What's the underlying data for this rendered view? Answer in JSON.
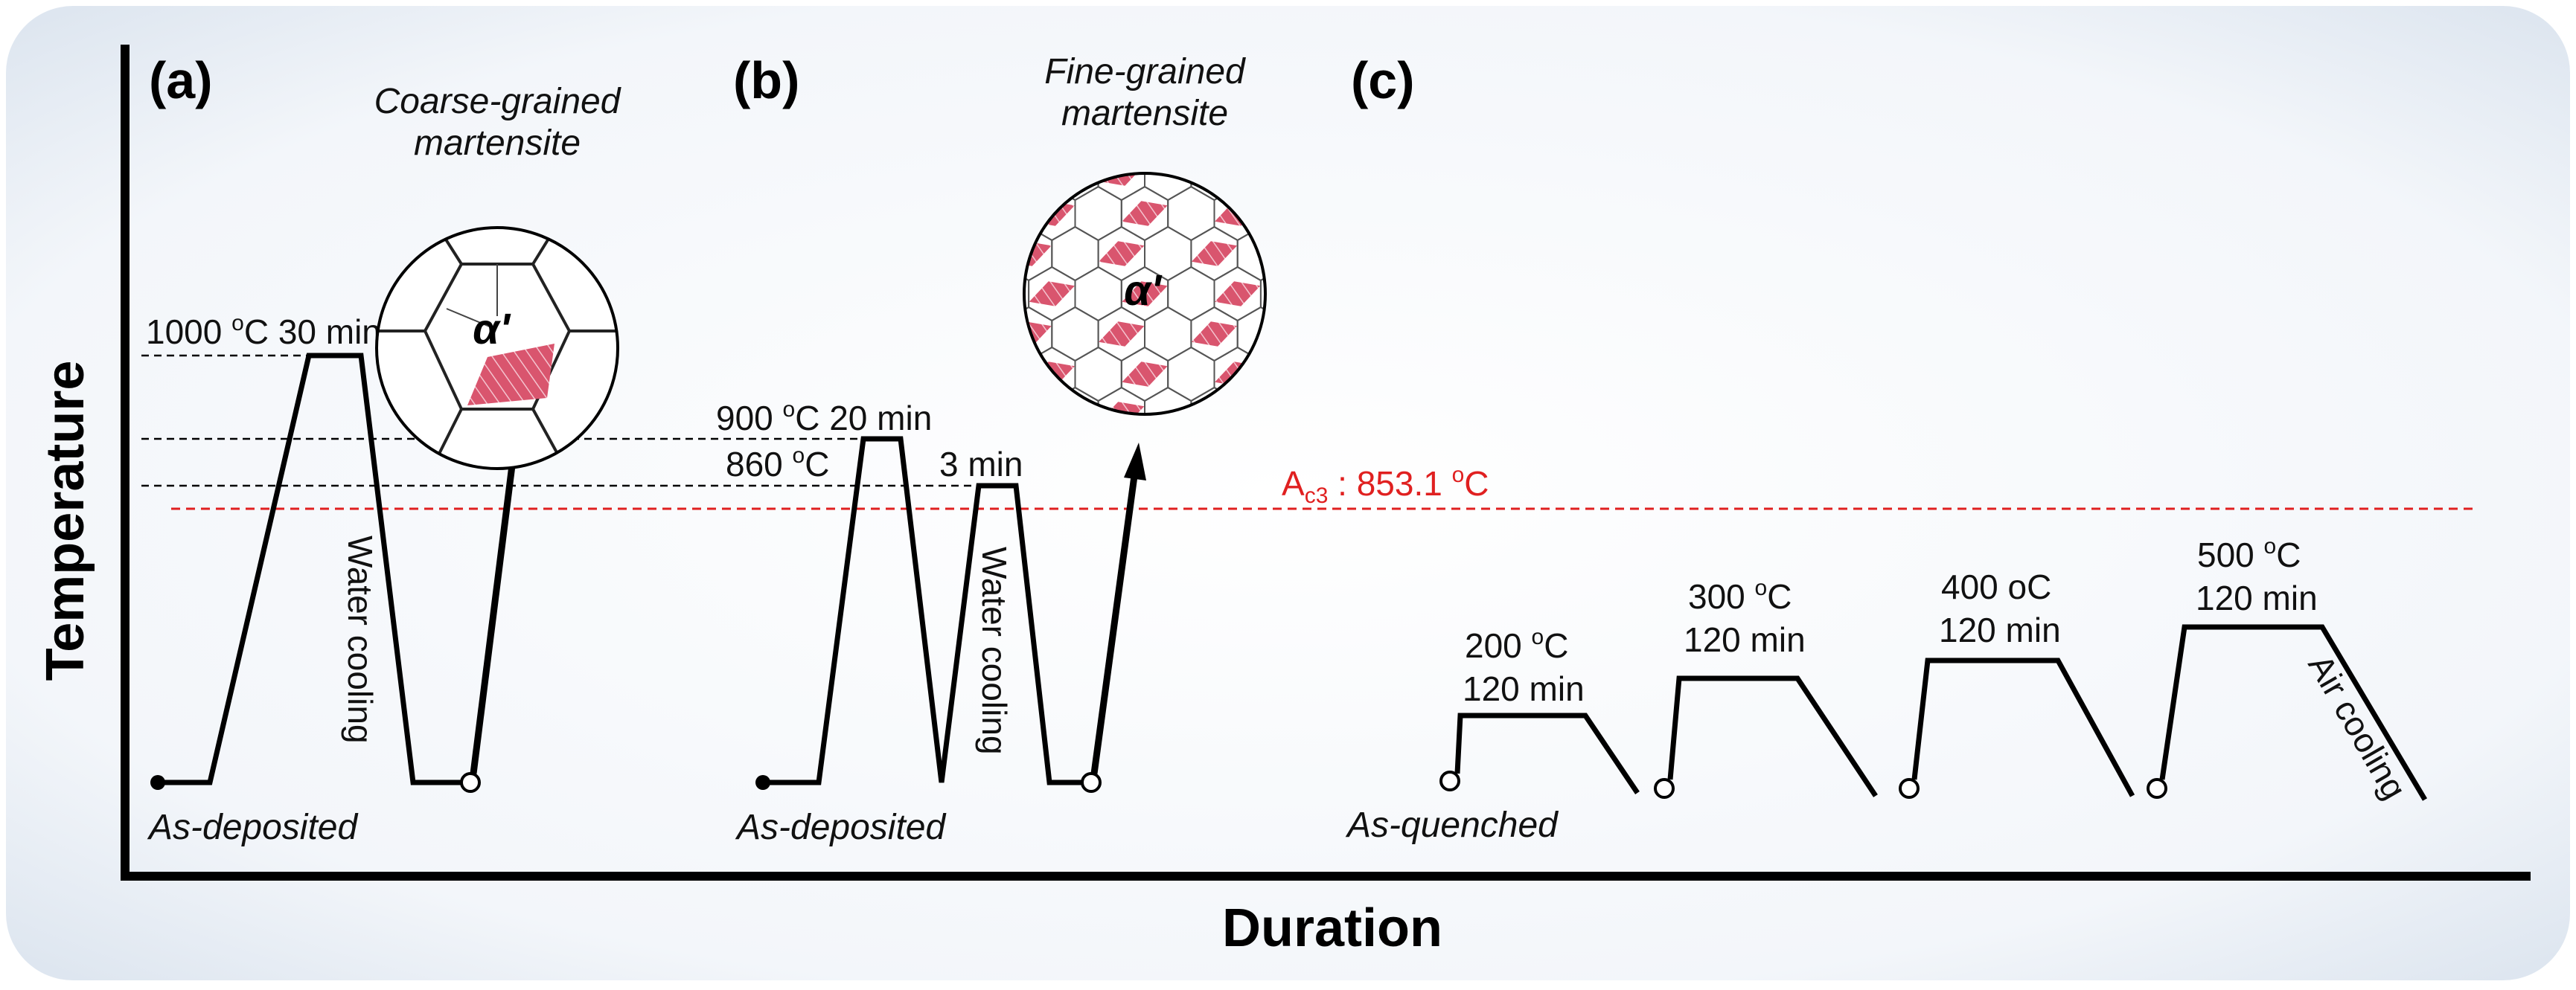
{
  "axes": {
    "y_title": "Temperature",
    "x_title": "Duration"
  },
  "reference_line": {
    "label": "A",
    "subscript": "c3",
    "value_text": " : 853.1 ",
    "unit": "C",
    "unit_prefix": "o",
    "color": "#e02020"
  },
  "panels": {
    "a": {
      "tag": "(a)",
      "start_label": "As-deposited",
      "hold_temp": "1000 ",
      "hold_unit_prefix": "o",
      "hold_unit": "C 30 min",
      "cooling_label": "Water cooling",
      "inset_title_1": "Coarse-grained",
      "inset_title_2": "martensite",
      "phase_symbol": "α'"
    },
    "b": {
      "tag": "(b)",
      "start_label": "As-deposited",
      "hold1_temp": "900 ",
      "hold1_unit_prefix": "o",
      "hold1_unit": "C 20 min",
      "hold2_temp": "860 ",
      "hold2_unit_prefix": "o",
      "hold2_unit": "C",
      "hold2_time": "3 min",
      "cooling_label": "Water cooling",
      "inset_title_1": "Fine-grained",
      "inset_title_2": "martensite",
      "phase_symbol": "α'"
    },
    "c": {
      "tag": "(c)",
      "start_label": "As-quenched",
      "cooling_label": "Air cooling",
      "treatments": [
        {
          "temp": "200 ",
          "unit_prefix": "o",
          "unit": "C",
          "time": "120 min"
        },
        {
          "temp": "300 ",
          "unit_prefix": "o",
          "unit": "C",
          "time": "120 min"
        },
        {
          "temp": "400 oC",
          "unit_prefix": "",
          "unit": "",
          "time": "120 min"
        },
        {
          "temp": "500 ",
          "unit_prefix": "o",
          "unit": "C",
          "time": "120 min"
        }
      ]
    }
  },
  "colors": {
    "background_outer": "#e8eef6",
    "martensite_fill": "#d9556e",
    "line": "#000000"
  }
}
